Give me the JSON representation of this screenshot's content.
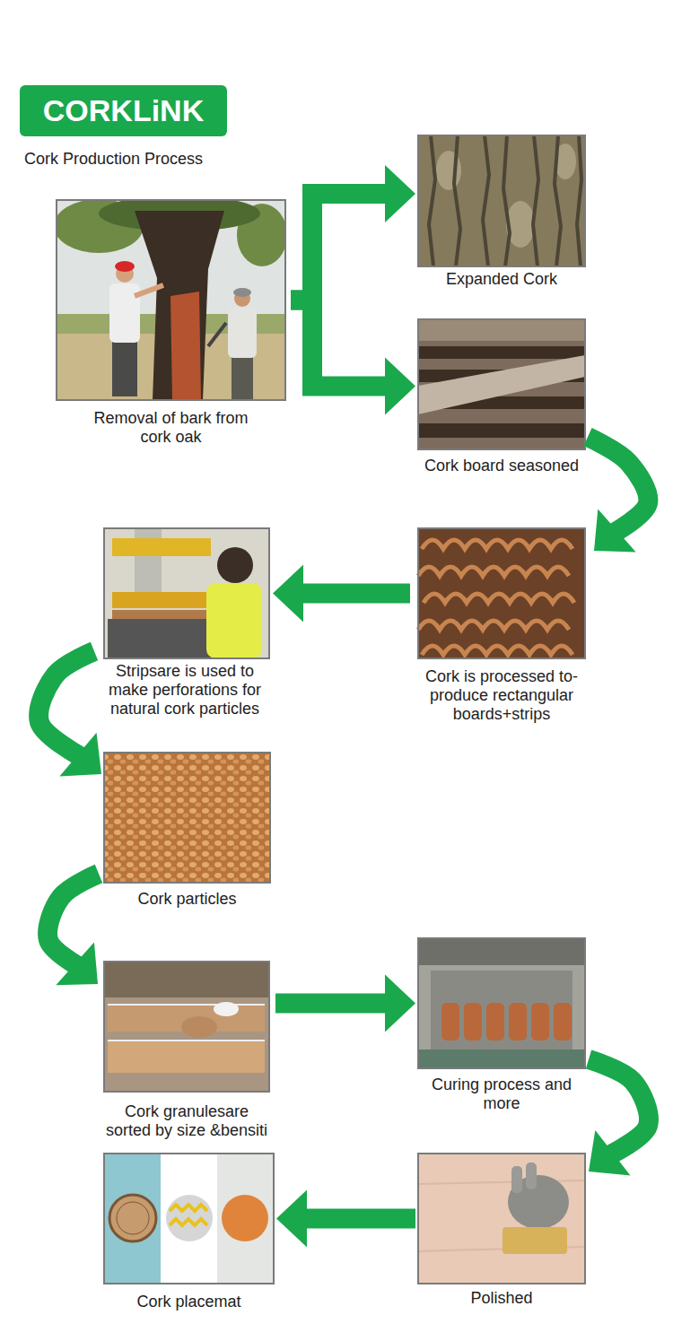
{
  "diagram": {
    "title": "CORKLiNK",
    "nodes": [
      {
        "text": [
          "Removal of bark from cork oak"
        ]
      },
      {
        "text": [
          "Expanded Cork"
        ]
      },
      {
        "text": [
          "Cork board seasoned"
        ]
      },
      {
        "text": [
          "Cork is processed to- produce rectangular boards+strips"
        ]
      },
      {
        "text": [
          "Stripsare is used to make perforations for natural cork particles"
        ]
      },
      {
        "text": [
          "Cork particles"
        ]
      },
      {
        "text": [
          "Cork granulesare sorted by size &bensiti"
        ]
      },
      {
        "text": [
          "Curing process and more"
        ]
      },
      {
        "text": [
          "Polished"
        ]
      },
      {
        "text": [
          "Cork placemat"
        ]
      }
    ],
    "edges": [
      {
        "from": 0,
        "to": 1,
        "arrow": "to"
      },
      {
        "from": 0,
        "to": 2,
        "arrow": "to"
      },
      {
        "from": 2,
        "to": 3,
        "arrow": "to"
      },
      {
        "from": 3,
        "to": 4,
        "arrow": "to"
      },
      {
        "from": 4,
        "to": 5,
        "arrow": "to"
      },
      {
        "from": 5,
        "to": 6,
        "arrow": "to"
      },
      {
        "from": 6,
        "to": 7,
        "arrow": "to"
      },
      {
        "from": 7,
        "to": 8,
        "arrow": "to"
      },
      {
        "from": 8,
        "to": 9,
        "arrow": "to"
      }
    ],
    "labels": [
      "Cork Production Process"
    ]
  }
}
